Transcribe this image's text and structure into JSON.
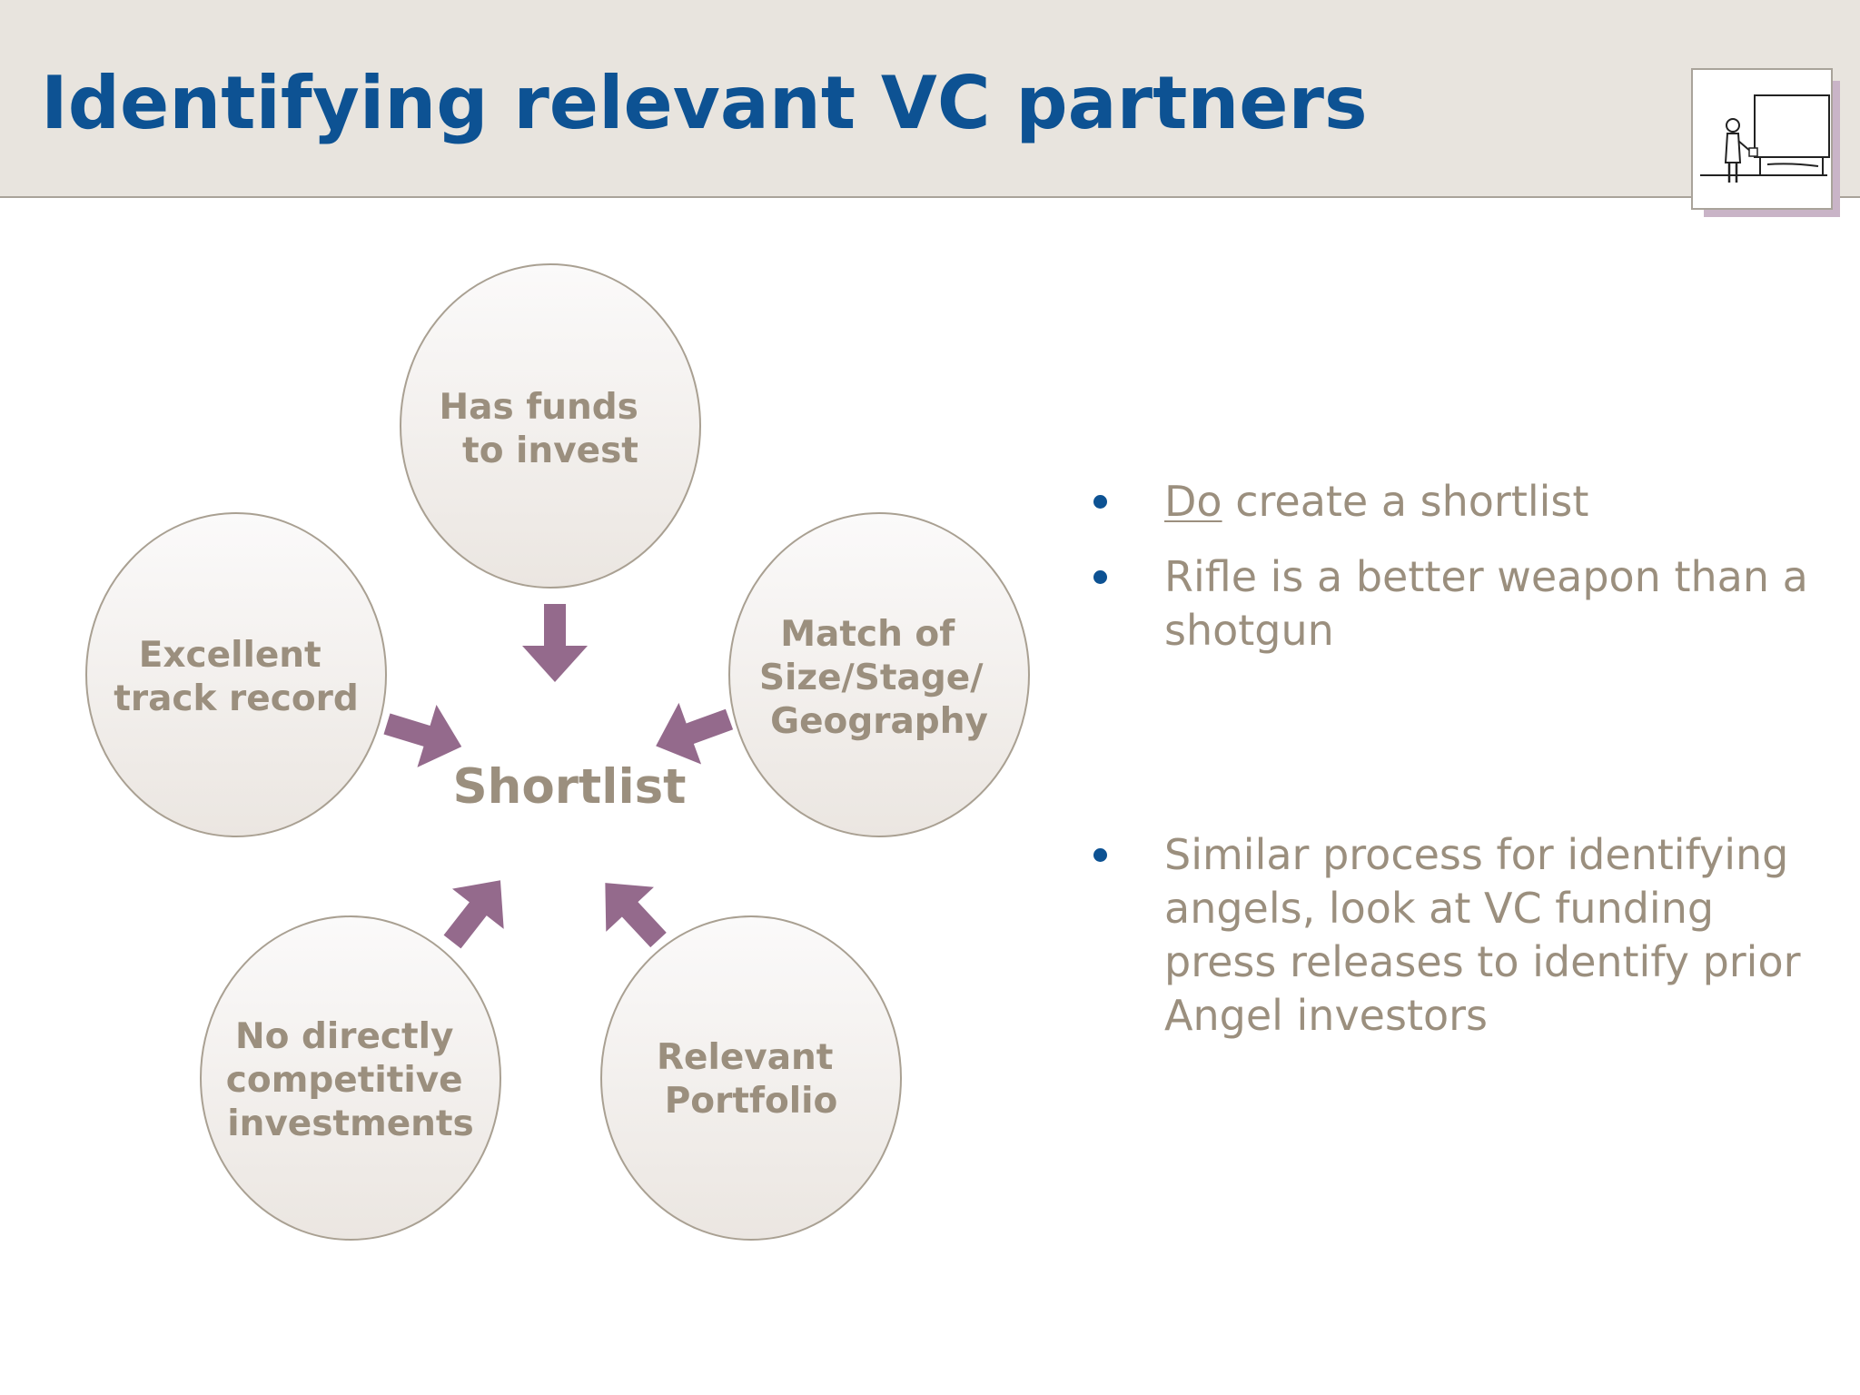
{
  "slide": {
    "title": "Identifying relevant VC partners"
  },
  "diagram": {
    "center": "Shortlist",
    "circles": [
      {
        "id": "funds",
        "lines": [
          "Has funds",
          "to invest"
        ]
      },
      {
        "id": "match",
        "lines": [
          "Match of",
          "Size/Stage/",
          "Geography"
        ]
      },
      {
        "id": "portfolio",
        "lines": [
          "Relevant",
          "Portfolio"
        ]
      },
      {
        "id": "competitive",
        "lines": [
          "No directly",
          "competitive",
          "investments"
        ]
      },
      {
        "id": "track",
        "lines": [
          "Excellent",
          "track record"
        ]
      }
    ],
    "colors": {
      "arrow": "#946a8c",
      "circle_stroke": "#a9a092",
      "label": "#9b8f7e"
    }
  },
  "bullets": [
    {
      "emphasis": "Do",
      "text": " create a shortlist"
    },
    {
      "emphasis": "",
      "text": "Rifle is a better weapon than a shotgun"
    },
    {
      "emphasis": "",
      "text": "Similar process for identifying angels, look at VC funding press releases to identify prior Angel investors"
    }
  ],
  "icons": {
    "logo": "presenter-at-whiteboard-icon"
  }
}
